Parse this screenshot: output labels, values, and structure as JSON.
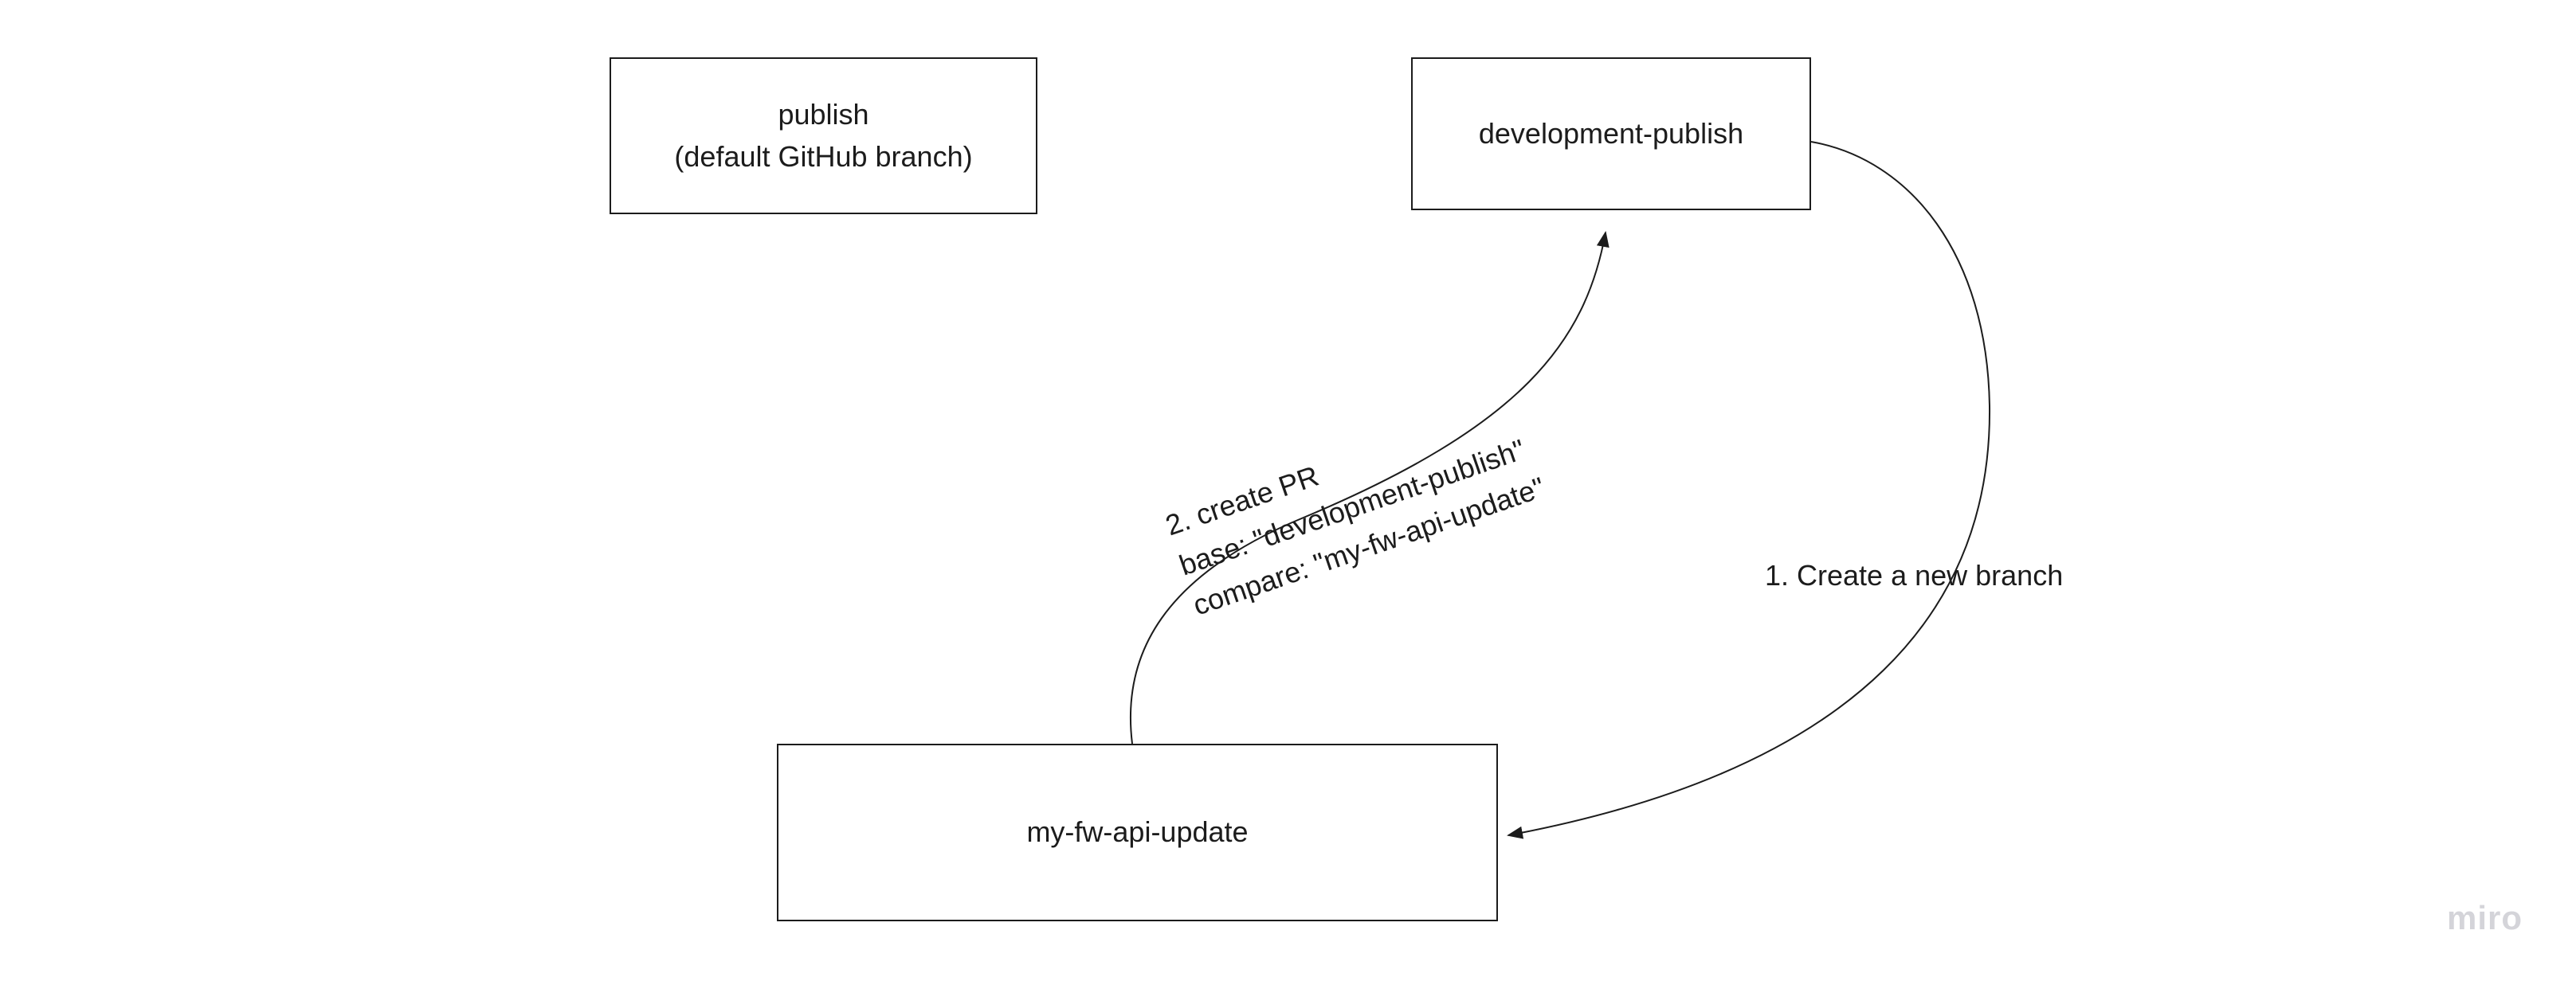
{
  "nodes": {
    "publish": {
      "line1": "publish",
      "line2": "(default GitHub branch)"
    },
    "development_publish": {
      "label": "development-publish"
    },
    "my_fw_api_update": {
      "label": "my-fw-api-update"
    }
  },
  "connectors": {
    "create_branch": {
      "label": "1. Create a new branch"
    },
    "create_pr": {
      "line1": "2. create PR",
      "line2": "base: \"development-publish\"",
      "line3": "compare: \"my-fw-api-update\""
    }
  },
  "watermark": {
    "label": "miro"
  },
  "colors": {
    "background": "#ffffff",
    "stroke": "#1c1c1c",
    "text": "#1c1c1c",
    "watermark": "#d4d4d9"
  }
}
